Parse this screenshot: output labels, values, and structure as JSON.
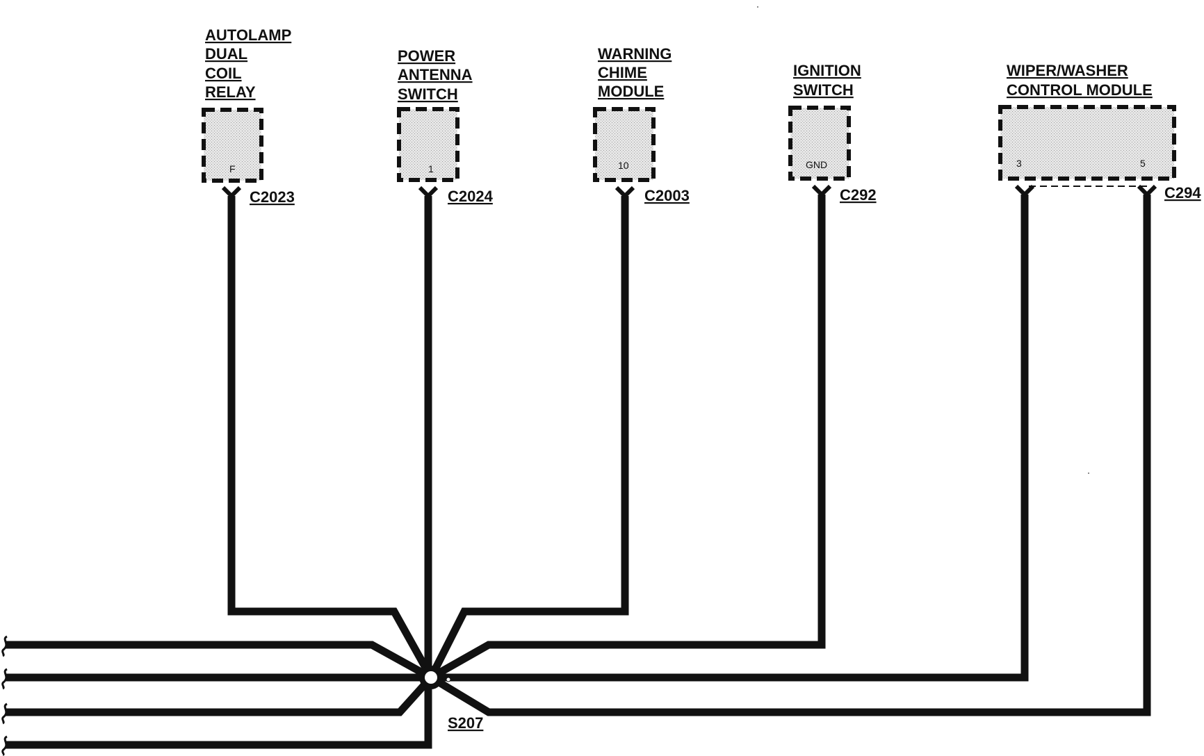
{
  "components": [
    {
      "id": "autolamp",
      "label_lines": [
        "AUTOLAMP",
        "DUAL",
        "COIL",
        "RELAY"
      ],
      "connector": "C2023",
      "pins": [
        "F"
      ]
    },
    {
      "id": "power-antenna",
      "label_lines": [
        "POWER",
        "ANTENNA",
        "SWITCH"
      ],
      "connector": "C2024",
      "pins": [
        "1"
      ]
    },
    {
      "id": "warning-chime",
      "label_lines": [
        "WARNING",
        "CHIME",
        "MODULE"
      ],
      "connector": "C2003",
      "pins": [
        "10"
      ]
    },
    {
      "id": "ignition",
      "label_lines": [
        "IGNITION",
        "SWITCH"
      ],
      "connector": "C292",
      "pins": [
        "GND"
      ]
    },
    {
      "id": "wiper-washer",
      "label_lines": [
        "WIPER/WASHER",
        "CONTROL MODULE"
      ],
      "connector": "C294",
      "pins": [
        "3",
        "5"
      ]
    }
  ],
  "splice": {
    "label": "S207"
  }
}
